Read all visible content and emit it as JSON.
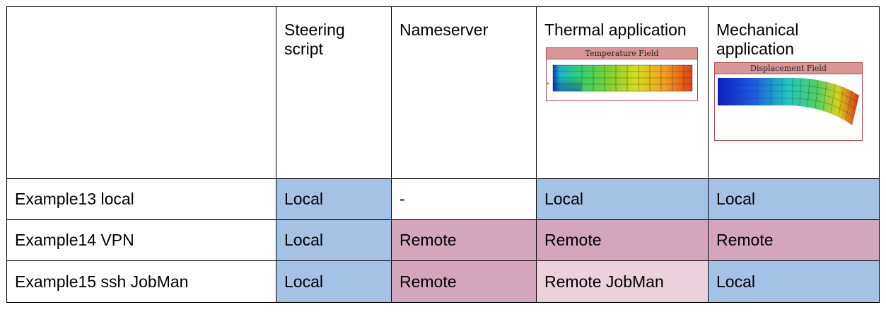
{
  "header": {
    "corner": "",
    "columns": [
      "Steering script",
      "Nameserver",
      "Thermal application",
      "Mechanical application"
    ],
    "thermal_figure": {
      "title": "Temperature Field"
    },
    "mechanical_figure": {
      "title": "Displacement Field"
    }
  },
  "rows": [
    {
      "label": "Example13 local",
      "cells": [
        "Local",
        "-",
        "Local",
        "Local"
      ]
    },
    {
      "label": "Example14 VPN",
      "cells": [
        "Local",
        "Remote",
        "Remote",
        "Remote"
      ]
    },
    {
      "label": "Example15 ssh JobMan",
      "cells": [
        "Local",
        "Remote",
        "Remote JobMan",
        "Local"
      ]
    }
  ],
  "colors": {
    "local": "#a4c2e4",
    "remote": "#d4a6bd",
    "remote_jobman": "#ead1dc",
    "figure_border": "#b24a50",
    "figure_title_bg": "#d99695"
  }
}
